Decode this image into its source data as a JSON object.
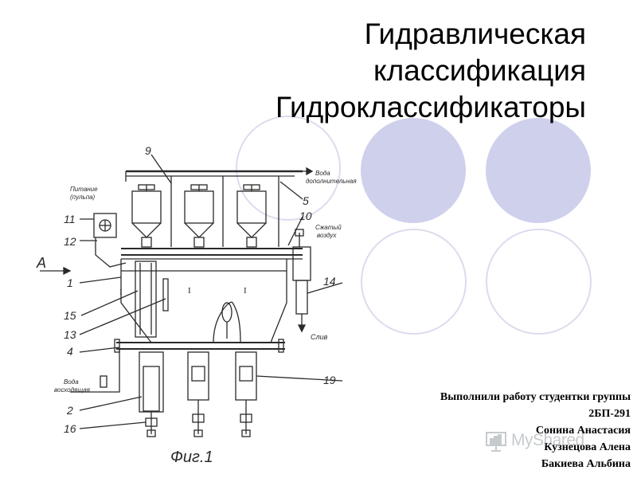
{
  "slide": {
    "title_lines": [
      "Гидравлическая",
      "классификация",
      "Гидроклассификаторы"
    ],
    "authors": {
      "line1": "Выполнили работу студентки группы",
      "line2": "2БП-291",
      "line3": "Сонина Анастасия",
      "line4": "Кузнецова Алена",
      "line5": "Бакиева Альбина"
    },
    "watermark": "MyShared"
  },
  "diagram": {
    "caption": "Фиг.1",
    "labels": {
      "arrow_a": "A",
      "feed": "Питание",
      "feed_sub": "(пульпа)",
      "water_extra": "Вода",
      "water_extra_sub": "дополнительная",
      "air": "Сжатый",
      "air_sub": "воздух",
      "drain": "Слив",
      "water_up": "Вода",
      "water_up_sub": "восходящая",
      "zone": "I"
    },
    "numbers": [
      "9",
      "11",
      "12",
      "1",
      "15",
      "13",
      "4",
      "2",
      "16",
      "5",
      "10",
      "14",
      "19"
    ]
  },
  "colors": {
    "circle_fill": "#cfd0ec",
    "circle_outline": "#dcdcee",
    "ink": "#2a2a2a"
  }
}
